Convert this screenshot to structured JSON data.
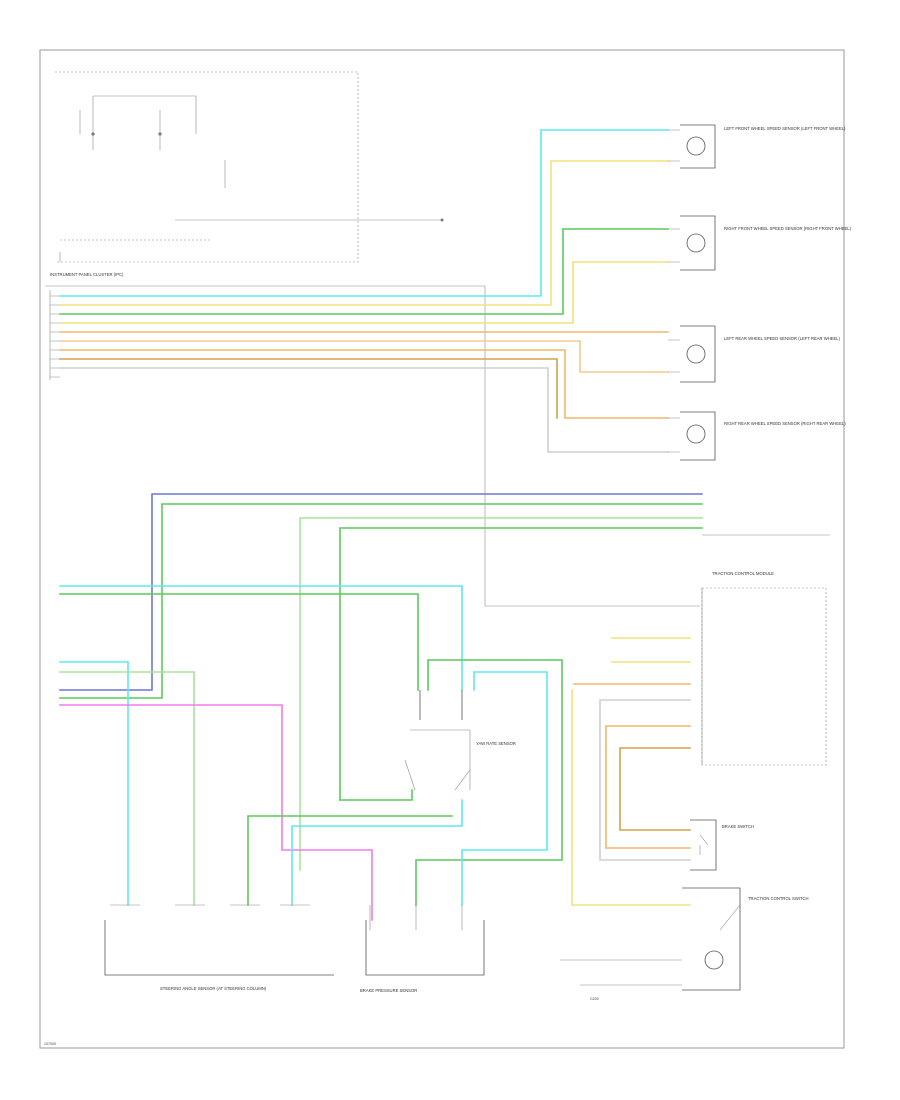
{
  "colors": {
    "cyan": "#5fe8f2",
    "yellow": "#f2e27a",
    "orange": "#f2b56a",
    "green": "#5cc95c",
    "light_green": "#a6e59a",
    "blue": "#6f76d6",
    "magenta": "#f47be6",
    "gray": "#b8b8b8",
    "brown": "#d4a24a"
  },
  "page": {
    "footer": "107000"
  },
  "components": {
    "wheel_sensors": [
      {
        "name": "LEFT FRONT WHEEL SPEED SENSOR (LEFT FRONT WHEEL)"
      },
      {
        "name": "RIGHT FRONT WHEEL SPEED SENSOR (RIGHT FRONT WHEEL)"
      },
      {
        "name": "LEFT REAR WHEEL SPEED SENSOR (LEFT REAR WHEEL)"
      },
      {
        "name": "RIGHT REAR WHEEL SPEED SENSOR (RIGHT REAR WHEEL)"
      }
    ],
    "cluster_title": "INSTRUMENT PANEL CLUSTER (IPC)",
    "control_module_title": "TRACTION CONTROL MODULE",
    "steering_sensor": "STEERING ANGLE SENSOR (AT STEERING COLUMN)",
    "yaw_sensor": "YAW RATE SENSOR",
    "pressure_sensor": "BRAKE PRESSURE SENSOR",
    "brake_switch": "BRAKE SWITCH",
    "traction_switch": "TRACTION CONTROL SWITCH",
    "ground_label": "G200"
  }
}
